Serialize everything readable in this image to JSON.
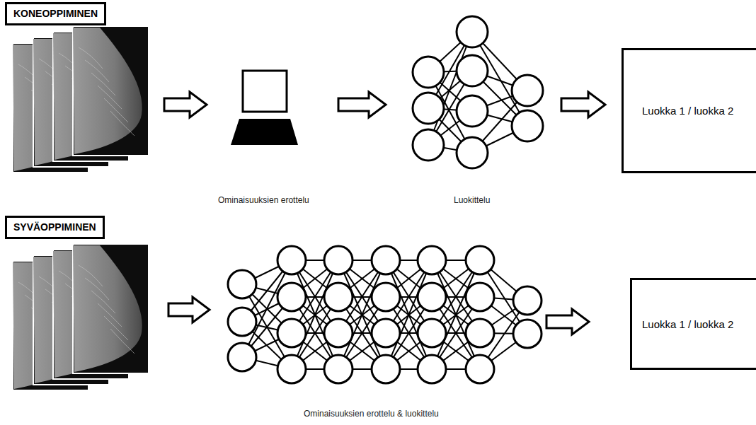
{
  "diagram": {
    "nodes": [
      {
        "text": [
          "KONEOPPIMINEN"
        ]
      },
      {
        "text": [
          "Luokka 1 / luokka 2"
        ]
      },
      {
        "text": [
          "SYVÄOPPIMINEN"
        ]
      },
      {
        "text": [
          "Luokka 1 / luokka 2"
        ]
      }
    ],
    "labels": [
      "Ominaisuuksien erottelu",
      "Luokittelu",
      "Ominaisuuksien erottelu & luokittelu"
    ]
  }
}
